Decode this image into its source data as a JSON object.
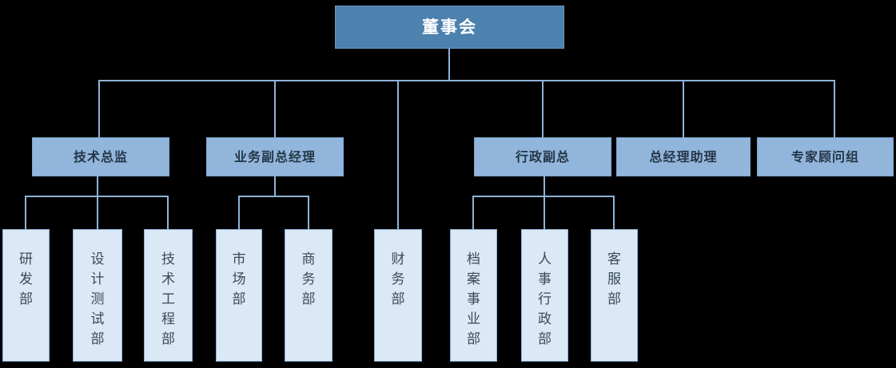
{
  "diagram": {
    "type": "org-chart",
    "root": {
      "label": "董事会"
    },
    "level2": [
      {
        "label": "技术总监",
        "children": [
          "研发部",
          "设计测试部",
          "技术工程部"
        ]
      },
      {
        "label": "业务副总经理",
        "children": [
          "市场部",
          "商务部"
        ]
      },
      {
        "label": "行政副总",
        "children": [
          "档案事业部",
          "人事行政部",
          "客服部"
        ]
      },
      {
        "label": "总经理助理",
        "children": []
      },
      {
        "label": "专家顾问组",
        "children": []
      }
    ],
    "level3": [
      {
        "label": "研发部",
        "parent": "技术总监"
      },
      {
        "label": "设计测试部",
        "parent": "技术总监"
      },
      {
        "label": "技术工程部",
        "parent": "技术总监"
      },
      {
        "label": "市场部",
        "parent": "业务副总经理"
      },
      {
        "label": "商务部",
        "parent": "业务副总经理"
      },
      {
        "label": "财务部",
        "parent": "董事会"
      },
      {
        "label": "档案事业部",
        "parent": "行政副总"
      },
      {
        "label": "人事行政部",
        "parent": "行政副总"
      },
      {
        "label": "客服部",
        "parent": "行政副总"
      }
    ],
    "colors": {
      "background": "#000000",
      "root_fill": "#4D81AE",
      "root_border": "#6C9AC2",
      "root_text": "#FFFFFF",
      "level2_fill": "#92B5DC",
      "level2_border": "#7EA6CE",
      "level2_text": "#243647",
      "level3_fill": "#DBE8F6",
      "level3_border": "#8EB3D8",
      "level3_text": "#3A4A5C",
      "connector": "#8EB3D8"
    }
  }
}
